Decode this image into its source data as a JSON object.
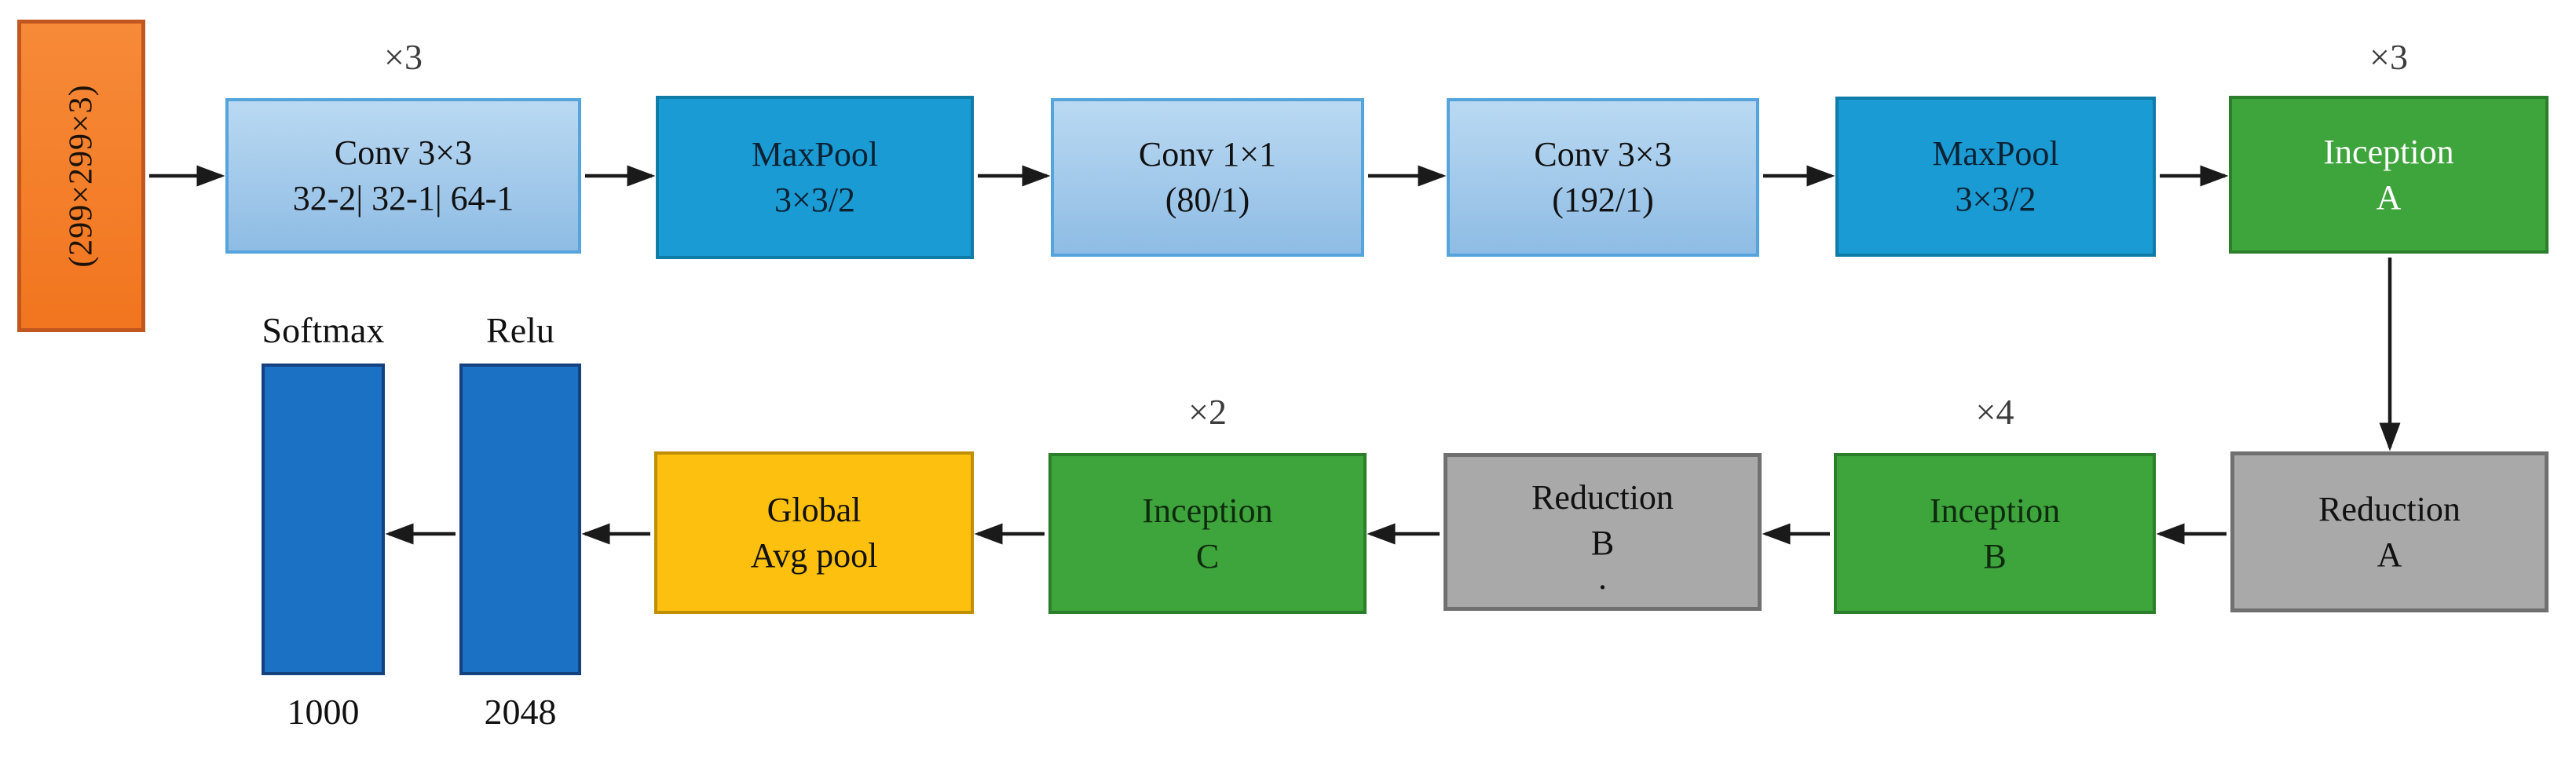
{
  "diagram_type": "cnn-architecture-flow",
  "nodes": {
    "input": {
      "label": "(299×299×3)"
    },
    "conv1": {
      "line1": "Conv 3×3",
      "line2": "32-2| 32-1| 64-1",
      "repeat": "×3"
    },
    "maxpool1": {
      "line1": "MaxPool",
      "line2": "3×3/2"
    },
    "conv2": {
      "line1": "Conv 1×1",
      "line2": "(80/1)"
    },
    "conv3": {
      "line1": "Conv 3×3",
      "line2": "(192/1)"
    },
    "maxpool2": {
      "line1": "MaxPool",
      "line2": "3×3/2"
    },
    "inception_a": {
      "line1": "Inception",
      "line2": "A",
      "repeat": "×3"
    },
    "reduction_a": {
      "line1": "Reduction",
      "line2": "A"
    },
    "inception_b": {
      "line1": "Inception",
      "line2": "B",
      "repeat": "×4"
    },
    "reduction_b": {
      "line1": "Reduction",
      "line2": "B",
      "line3": "."
    },
    "inception_c": {
      "line1": "Inception",
      "line2": "C",
      "repeat": "×2"
    },
    "global_pool": {
      "line1": "Global",
      "line2": "Avg pool"
    },
    "relu": {
      "label": "Relu",
      "units": "2048"
    },
    "softmax": {
      "label": "Softmax",
      "units": "1000"
    }
  },
  "edges": [
    {
      "from": "input",
      "to": "conv1"
    },
    {
      "from": "conv1",
      "to": "maxpool1"
    },
    {
      "from": "maxpool1",
      "to": "conv2"
    },
    {
      "from": "conv2",
      "to": "conv3"
    },
    {
      "from": "conv3",
      "to": "maxpool2"
    },
    {
      "from": "maxpool2",
      "to": "inception_a"
    },
    {
      "from": "inception_a",
      "to": "reduction_a"
    },
    {
      "from": "reduction_a",
      "to": "inception_b"
    },
    {
      "from": "inception_b",
      "to": "reduction_b"
    },
    {
      "from": "reduction_b",
      "to": "inception_c"
    },
    {
      "from": "inception_c",
      "to": "global_pool"
    },
    {
      "from": "global_pool",
      "to": "relu"
    },
    {
      "from": "relu",
      "to": "softmax"
    }
  ],
  "colors": {
    "background": "#FFFFFF",
    "input_fill": "#F57E29",
    "input_border": "#C0571E",
    "conv_fill_top": "#BAD9F2",
    "conv_fill_bottom": "#8EBCE4",
    "conv_border": "#55A4DC",
    "pool_fill": "#1B9BD4",
    "pool_border": "#0F7CA8",
    "inception_fill": "#3EA43C",
    "inception_border": "#2B7F2B",
    "inception_text_a": "#FFFFFF",
    "inception_text_bc": "#0E2B0E",
    "reduction_fill": "#A9A9A9",
    "reduction_border": "#707070",
    "avgpool_fill": "#FEC00F",
    "avgpool_border": "#BF8F00",
    "fc_bar_fill": "#1B72C5",
    "fc_bar_border": "#14417F",
    "arrow": "#1A1A1A",
    "repeat_label": "#3C3C3C"
  }
}
